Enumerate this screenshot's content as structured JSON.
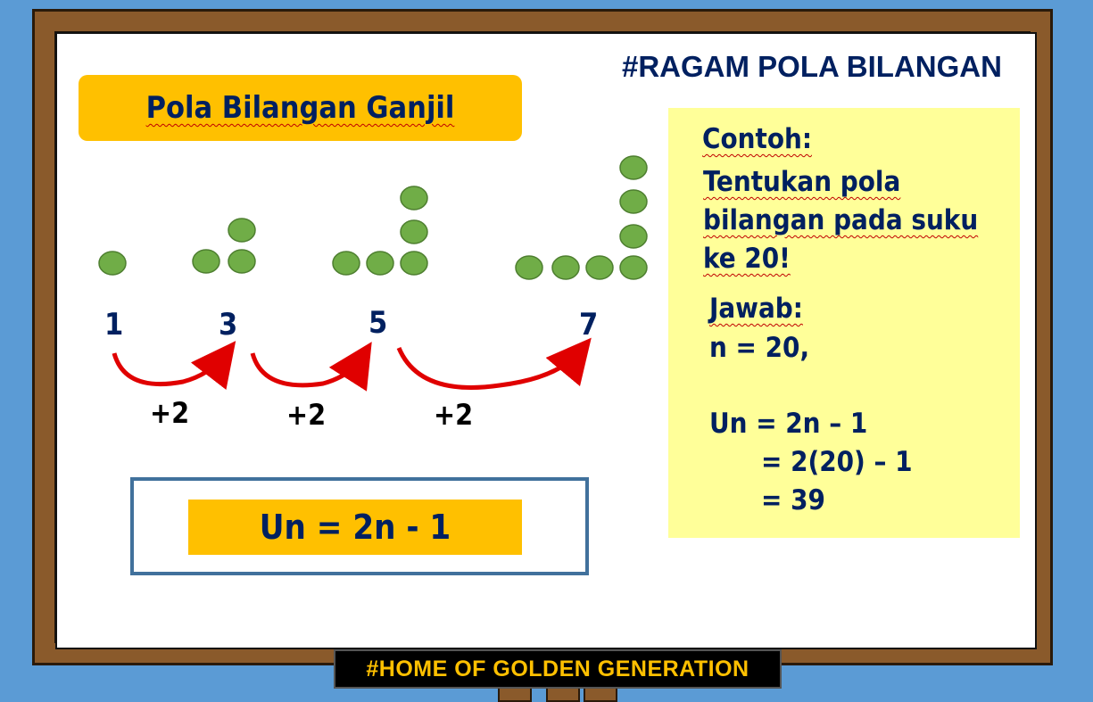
{
  "header": {
    "hashtag": "#RAGAM POLA BILANGAN"
  },
  "title": "Pola Bilangan Ganjil",
  "sequence": {
    "numbers": [
      "1",
      "3",
      "5",
      "7"
    ],
    "steps": [
      "+2",
      "+2",
      "+2"
    ]
  },
  "formula": "Un = 2n - 1",
  "example": {
    "heading": "Contoh:",
    "question_lines": [
      "Tentukan pola",
      "bilangan pada suku",
      "ke 20!"
    ],
    "answer_heading": "Jawab:",
    "answer_n": "n = 20,",
    "work_lines": [
      "Un = 2n – 1",
      "= 2(20) – 1",
      "= 39"
    ]
  },
  "footer": {
    "text": "#HOME OF GOLDEN GENERATION"
  },
  "colors": {
    "background": "#5b9bd5",
    "accent": "#ffc000",
    "text": "#002060",
    "dot": "#70ad47",
    "arrow": "#e00000",
    "note": "#ffff99"
  }
}
